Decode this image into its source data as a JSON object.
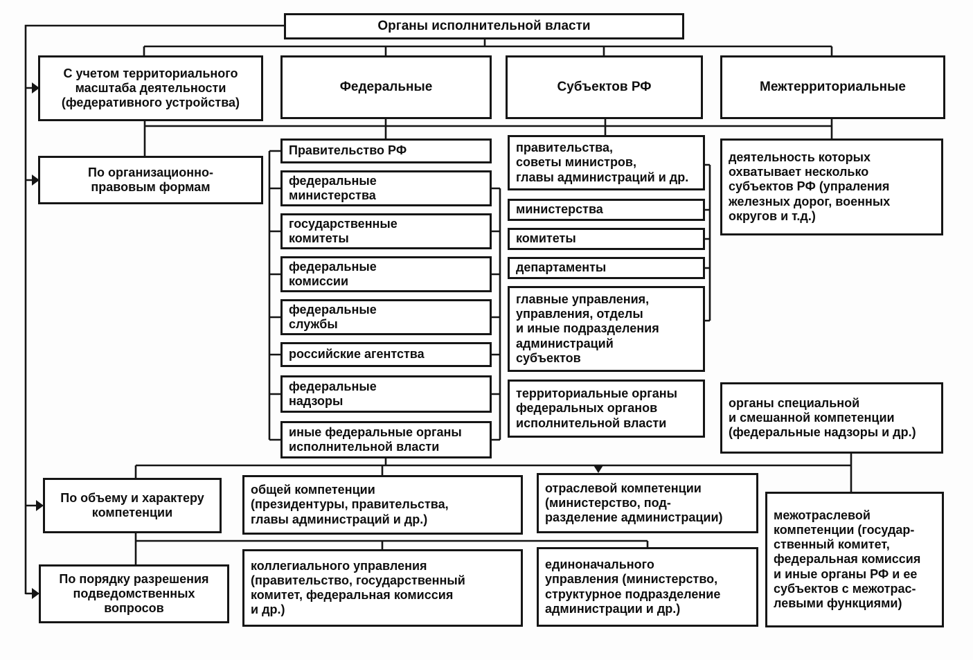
{
  "title": "Органы исполнительной власти",
  "categories": [
    {
      "label": "С учетом территориального\nмасштаба деятельности\n(федеративного устройства)"
    },
    {
      "label": "По организационно-\nправовым формам"
    },
    {
      "label": "По объему и характеру\nкомпетенции"
    },
    {
      "label": "По порядку разрешения\nподведомственных\nвопросов"
    }
  ],
  "branches": [
    {
      "label": "Федеральные",
      "items": [
        "Правительство РФ",
        "федеральные\nминистерства",
        "государственные\nкомитеты",
        "федеральные\nкомиссии",
        "федеральные\nслужбы",
        "российские агентства",
        "федеральные\nнадзоры",
        "иные федеральные органы\nисполнительной власти"
      ]
    },
    {
      "label": "Субъектов РФ",
      "items": [
        "правительства,\nсоветы министров,\nглавы администраций и др.",
        "министерства",
        "комитеты",
        "департаменты",
        "главные управления,\nуправления, отделы\nи иные подразделения\nадминистраций\nсубъектов",
        "территориальные органы\nфедеральных органов\nисполнительной власти"
      ]
    },
    {
      "label": "Межтерриториальные",
      "items": [
        "деятельность которых\nохватывает несколько\nсубъектов РФ (упраления\nжелезных дорог, военных\nокругов и т.д.)"
      ]
    }
  ],
  "special_competence": "органы специальной\nи смешанной компетенции\n(федеральные надзоры и др.)",
  "competence_types": [
    "общей компетенции\n(президентуры, правительства,\nглавы администраций и др.)",
    "отраслевой компетенции\n(министерство, под-\nразделение администрации)",
    "межотраслевой\nкомпетенции (государ-\nственный комитет,\nфедеральная комиссия\nи иные органы РФ и ее\nсубъектов с межотрас-\nлевыми функциями)"
  ],
  "management_types": [
    "коллегиального управления\n(правительство, государственный\nкомитет, федеральная комиссия\nи др.)",
    "единоначального\nуправления (министерство,\nструктурное подразделение\nадминистрации и др.)"
  ],
  "colors": {
    "line": "#151515",
    "text": "#0e0e0e",
    "background": "#ffffff"
  }
}
